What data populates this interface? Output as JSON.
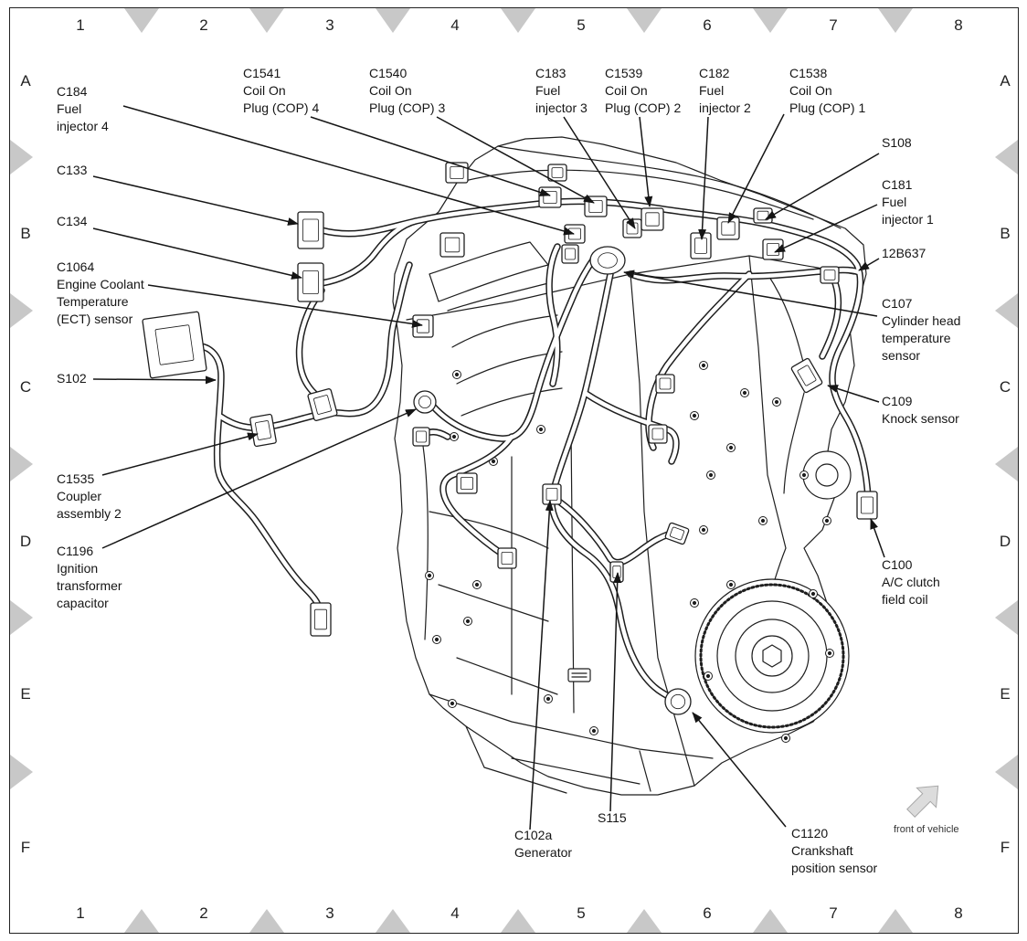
{
  "grid": {
    "columns": [
      "1",
      "2",
      "3",
      "4",
      "5",
      "6",
      "7",
      "8"
    ],
    "rows": [
      "A",
      "B",
      "C",
      "D",
      "E",
      "F"
    ]
  },
  "callouts": {
    "c184": [
      "C184",
      "Fuel",
      "injector 4"
    ],
    "c1541": [
      "C1541",
      "Coil On",
      "Plug (COP) 4"
    ],
    "c1540": [
      "C1540",
      "Coil On",
      "Plug (COP) 3"
    ],
    "c183": [
      "C183",
      "Fuel",
      "injector 3"
    ],
    "c1539": [
      "C1539",
      "Coil On",
      "Plug (COP) 2"
    ],
    "c182": [
      "C182",
      "Fuel",
      "injector 2"
    ],
    "c1538": [
      "C1538",
      "Coil On",
      "Plug (COP) 1"
    ],
    "s108": [
      "S108"
    ],
    "c181": [
      "C181",
      "Fuel",
      "injector 1"
    ],
    "12b637": [
      "12B637"
    ],
    "c107": [
      "C107",
      "Cylinder head",
      "temperature",
      "sensor"
    ],
    "c109": [
      "C109",
      "Knock sensor"
    ],
    "c100": [
      "C100",
      "A/C clutch",
      "field coil"
    ],
    "c1120": [
      "C1120",
      "Crankshaft",
      "position sensor"
    ],
    "s115": [
      "S115"
    ],
    "c102a": [
      "C102a",
      "Generator"
    ],
    "c1196": [
      "C1196",
      "Ignition",
      "transformer",
      "capacitor"
    ],
    "c1535": [
      "C1535",
      "Coupler",
      "assembly 2"
    ],
    "s102": [
      "S102"
    ],
    "c1064": [
      "C1064",
      "Engine Coolant",
      "Temperature",
      "(ECT) sensor"
    ],
    "c134": [
      "C134"
    ],
    "c133": [
      "C133"
    ]
  },
  "front_of_vehicle": "front of vehicle",
  "colors": {
    "line_art": "#1e1e1e",
    "grid_marker": "#c8c8c8",
    "front_arrow": "#dcdcdc"
  }
}
